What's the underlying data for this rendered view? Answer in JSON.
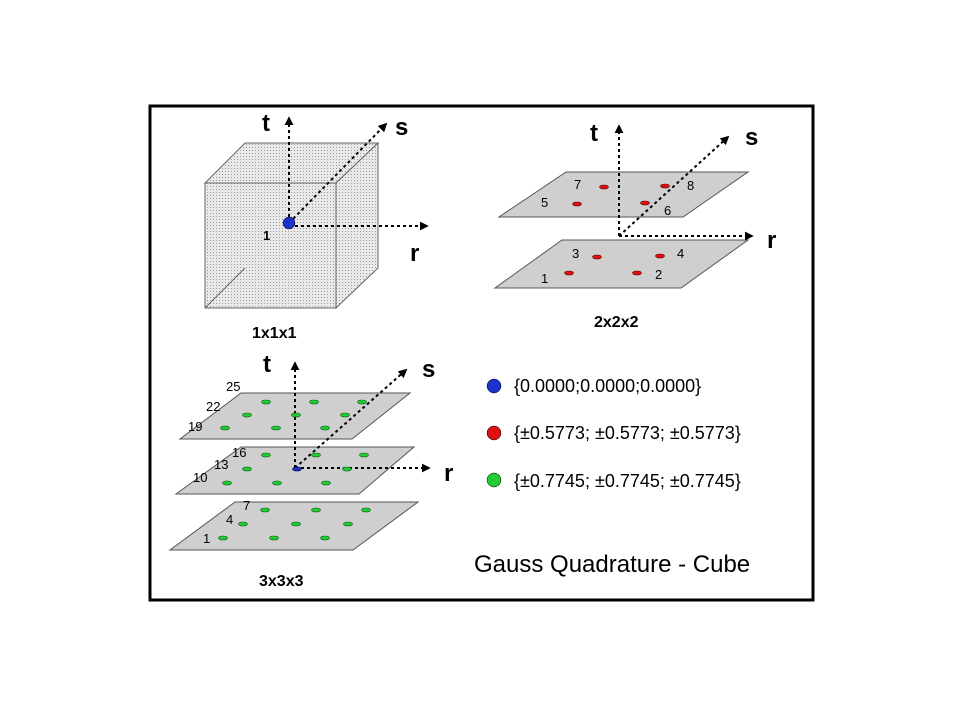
{
  "title": "Gauss Quadrature - Cube",
  "colors": {
    "one_point": "#1a33cc",
    "two_point": "#dd1111",
    "three_point": "#22cc33",
    "plate": "#cfcfcf"
  },
  "panels": {
    "p1": {
      "caption": "1x1x1",
      "axes": {
        "t": "t",
        "s": "s",
        "r": "r"
      },
      "point_labels": [
        "1"
      ]
    },
    "p2": {
      "caption": "2x2x2",
      "axes": {
        "t": "t",
        "s": "s",
        "r": "r"
      },
      "point_labels": [
        "1",
        "2",
        "3",
        "4",
        "5",
        "6",
        "7",
        "8"
      ]
    },
    "p3": {
      "caption": "3x3x3",
      "axes": {
        "t": "t",
        "s": "s",
        "r": "r"
      },
      "point_labels": [
        "1",
        "4",
        "7",
        "10",
        "13",
        "16",
        "19",
        "22",
        "25"
      ]
    }
  },
  "legend": [
    {
      "text": "{0.0000;0.0000;0.0000}",
      "color": "#1a33cc"
    },
    {
      "text": "{±0.5773; ±0.5773; ±0.5773}",
      "color": "#dd1111"
    },
    {
      "text": "{±0.7745; ±0.7745; ±0.7745}",
      "color": "#22cc33"
    }
  ]
}
